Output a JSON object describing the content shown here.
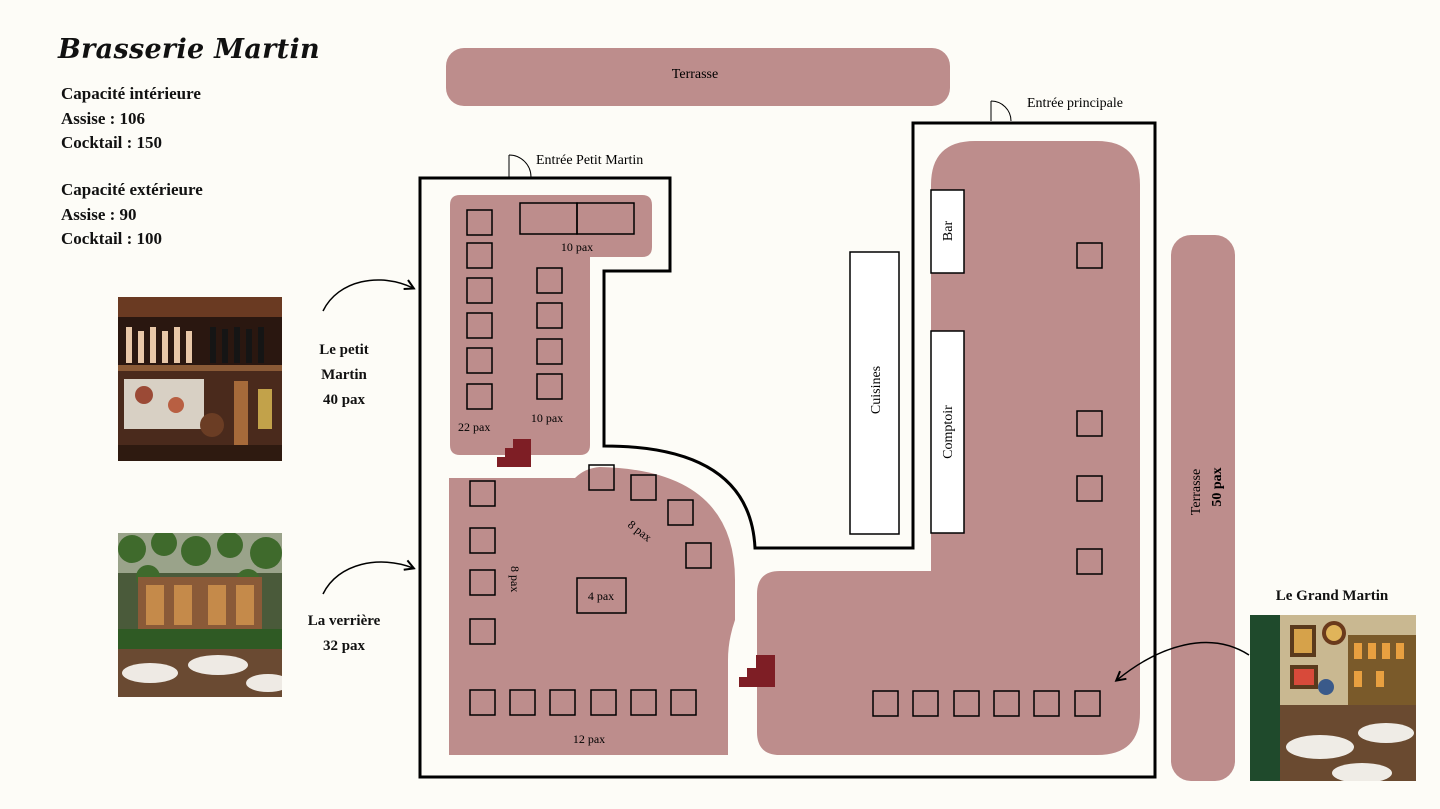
{
  "title": "Brasserie Martin",
  "capacity": {
    "interior_heading": "Capacité intérieure",
    "interior_seated": "Assise : 106",
    "interior_cocktail": "Cocktail : 150",
    "exterior_heading": "Capacité extérieure",
    "exterior_seated": "Assise : 90",
    "exterior_cocktail": "Cocktail : 100"
  },
  "rooms": {
    "petit_martin": {
      "name": "Le petit Martin",
      "pax": "40 pax"
    },
    "verriere": {
      "name": "La verrière",
      "pax": "32 pax"
    },
    "grand_martin": {
      "name": "Le Grand Martin"
    }
  },
  "plan": {
    "terrace_top": "Terrasse",
    "terrace_right": "Terrasse",
    "terrace_right_pax": "50 pax",
    "entrance_petit": "Entrée Petit Martin",
    "entrance_main": "Entrée principale",
    "kitchen": "Cuisines",
    "bar": "Bar",
    "counter": "Comptoir",
    "pax_top": "10 pax",
    "pax_left": "22  pax",
    "pax_middle": "10 pax",
    "pax_curve": "8 pax",
    "pax_side": "8 pax",
    "pax_center": "4 pax",
    "pax_bottom": "12 pax"
  },
  "colors": {
    "zone": "#bd8d8c",
    "stairs": "#7e1e25",
    "wall": "#000000",
    "background": "#fdfcf7"
  }
}
